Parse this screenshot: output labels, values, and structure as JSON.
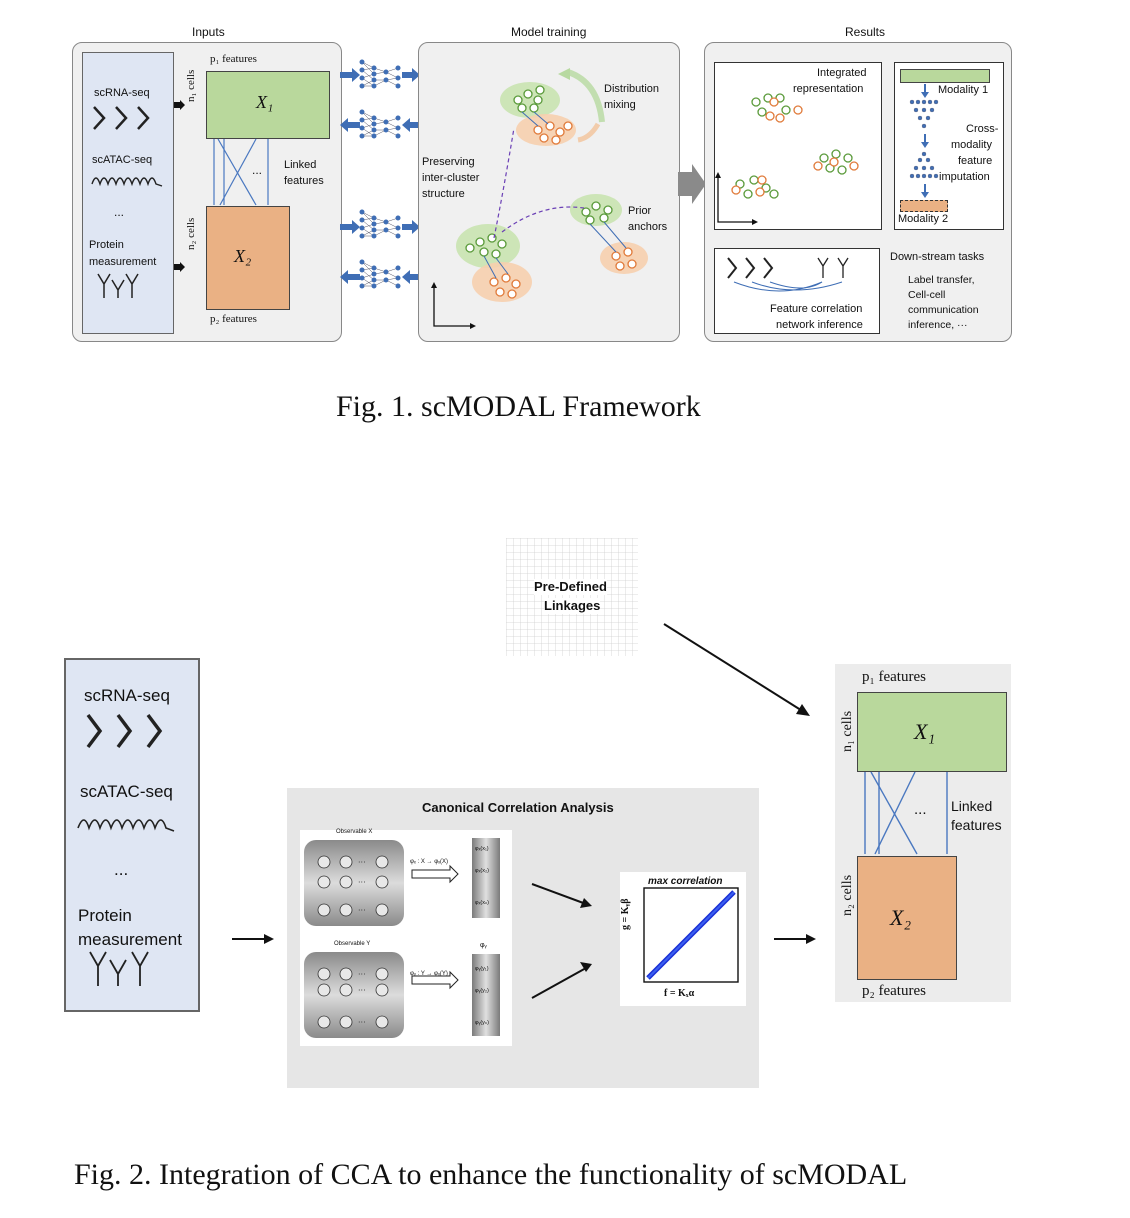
{
  "fig1": {
    "headers": {
      "inputs": "Inputs",
      "training": "Model training",
      "results": "Results"
    },
    "inputs": {
      "scrna": "scRNA-seq",
      "scatac": "scATAC-seq",
      "dots": "...",
      "protein_l1": "Protein",
      "protein_l2": "measurement",
      "p1": "p₁ features",
      "p2": "p₂ features",
      "n1": "n₁ cells",
      "n2": "n₂ cells",
      "x1": "X₁",
      "x2": "X₂",
      "mid_dots": "...",
      "linked_l1": "Linked",
      "linked_l2": "features"
    },
    "training": {
      "distribution_l1": "Distribution",
      "distribution_l2": "mixing",
      "preserving_l1": "Preserving",
      "preserving_l2": "inter-cluster",
      "preserving_l3": "structure",
      "prior_l1": "Prior",
      "prior_l2": "anchors"
    },
    "results": {
      "integrated_l1": "Integrated",
      "integrated_l2": "representation",
      "modality1": "Modality 1",
      "cross_l1": "Cross-",
      "cross_l2": "modality",
      "cross_l3": "feature",
      "cross_l4": "imputation",
      "modality2": "Modality 2",
      "downstream": "Down-stream tasks",
      "task_l1": "Label transfer,",
      "task_l2": "Cell-cell",
      "task_l3": "communication",
      "task_l4": "inference, ···",
      "fcn_l1": "Feature correlation",
      "fcn_l2": "network inference"
    },
    "caption": "Fig. 1.  scMODAL Framework"
  },
  "fig2": {
    "predefined_l1": "Pre-Defined",
    "predefined_l2": "Linkages",
    "inputs": {
      "scrna": "scRNA-seq",
      "scatac": "scATAC-seq",
      "dots": "...",
      "protein_l1": "Protein",
      "protein_l2": "measurement"
    },
    "cca": {
      "title": "Canonical Correlation Analysis",
      "obs_x": "Observable X",
      "obs_y": "Observable Y",
      "map_x": "φₓ : X → φₓ(X)",
      "map_y": "φᵧ : Y → φᵧ(Y)",
      "phi_y": "φᵧ",
      "fx1": "φₓ(x₁)",
      "fx2": "φₓ(x₂)",
      "fxn": "φₓ(xₙ)",
      "fy1": "φᵧ(y₁)",
      "fy2": "φᵧ(y₂)",
      "fyn": "φᵧ(yₙ)",
      "max_corr": "max correlation",
      "g_label": "g = Kᵧβ",
      "f_label": "f = Kₓα"
    },
    "out": {
      "p1": "p₁ features",
      "p2": "p₂ features",
      "n1": "n₁ cells",
      "n2": "n₂ cells",
      "x1": "X₁",
      "x2": "X₂",
      "dots": "...",
      "linked_l1": "Linked",
      "linked_l2": "features"
    },
    "caption": "Fig. 2.  Integration of CCA to enhance the functionality of scMODAL"
  },
  "colors": {
    "green": "#b9d89c",
    "orange": "#eab184",
    "panel": "#f0f0f0",
    "input_blue": "#dfe6f3",
    "arrow_blue": "#3f6eb5"
  }
}
